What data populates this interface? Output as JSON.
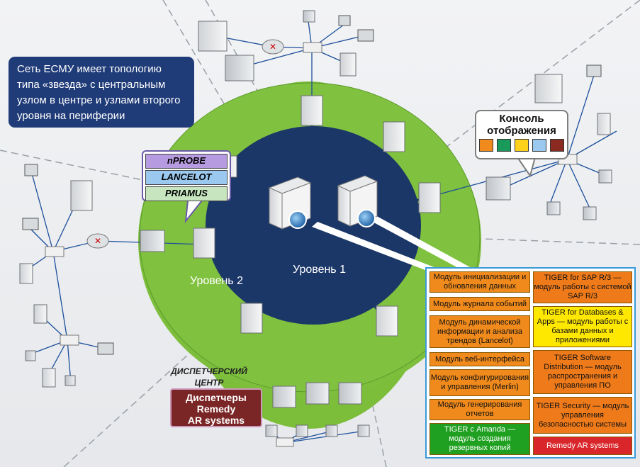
{
  "info_box": {
    "text": "Сеть ЕСМУ имеет топологию типа «звезда» с центральным узлом в центре и узлами второго уровня на периферии"
  },
  "labels": {
    "level1": "Уровень 1",
    "level2": "Уровень 2"
  },
  "probes": [
    "nPROBE",
    "LANCELOT",
    "PRIAMUS"
  ],
  "console": {
    "title_line1": "Консоль",
    "title_line2": "отображения",
    "swatch_colors": [
      "#f08a1c",
      "#1a9a5a",
      "#ffd21a",
      "#9bc8ee",
      "#8a2a20"
    ]
  },
  "dispatch": {
    "label_line1": "ДИСПЕТЧЕРСКИЙ",
    "label_line2": "ЦЕНТР",
    "box_line1": "Диспетчеры",
    "box_line2": "Remedy",
    "box_line3": "AR systems"
  },
  "modules": {
    "left": [
      "Модуль инициализации и обновления данных",
      "Модуль журнала событий",
      "Модуль динамической информации и анализа трендов (Lancelot)",
      "Модуль веб-интерфейса",
      "Модуль конфигурирования и управления (Merlin)",
      "Модуль генерирования отчетов",
      "TIGER с Amanda — модуль создания резервных копий"
    ],
    "right": [
      "TIGER for SAP R/3 — модуль работы с системой SAP R/3",
      "TIGER for Databases & Apps — модуль работы с базами данных и приложениями",
      "TIGER Software Distribution — модуль распространения и управления ПО",
      "TIGER Security — модуль управления безопасностью системы",
      "Remedy AR systems"
    ]
  },
  "colors": {
    "core": "#1b3768",
    "ring": "#80c23f",
    "module_orange": "#f08a1c",
    "module_yellow": "#ffe800",
    "module_green": "#20a020",
    "module_red": "#d9262a",
    "info_box": "#1f3b78"
  }
}
